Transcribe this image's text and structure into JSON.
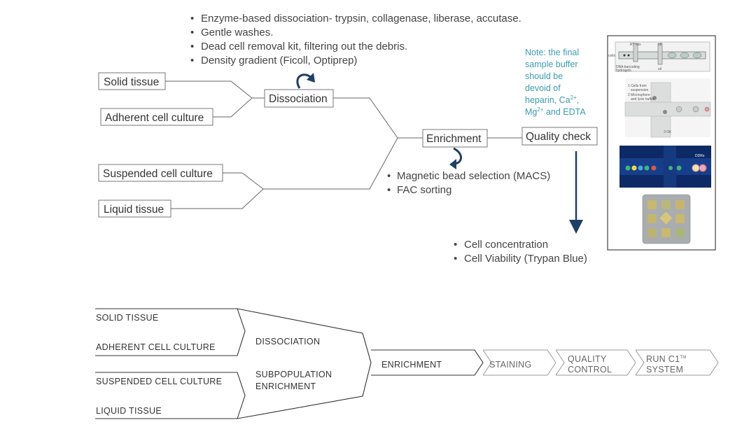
{
  "top": {
    "inputs": [
      "Solid tissue",
      "Adherent cell culture",
      "Suspended cell culture",
      "Liquid tissue"
    ],
    "dissociation": "Dissociation",
    "enrichment": "Enrichment",
    "quality_check": "Quality check",
    "dissociation_bullets": [
      "Enzyme-based dissociation- trypsin, collagenase, liberase, accutase.",
      "Gentle washes.",
      "Dead cell removal kit, filtering out the debris.",
      "Density gradient (Ficoll, Optiprep)"
    ],
    "enrichment_bullets": [
      "Magnetic bead selection (MACS)",
      "FAC sorting"
    ],
    "qc_bullets": [
      "Cell concentration",
      "Cell Viability (Trypan Blue)"
    ],
    "note_lines": [
      "Note: the final",
      "sample buffer",
      "should be",
      "devoid of",
      "heparin, Ca",
      "Mg",
      " and EDTA"
    ],
    "note_sup_ca": "2+",
    "note_sup_mg": "2+",
    "note_comma": ","
  },
  "panel": {
    "chip_labels": [
      "RT mix",
      "oil",
      "cells",
      "oil",
      "DNA barcoding",
      "hydrogels"
    ],
    "cross_labels": [
      "1  Cells from",
      "suspension",
      "2  Microsphere",
      "and lysis buffer",
      "3  Oil"
    ],
    "droplet_label": "DDRs"
  },
  "bottom": {
    "inputs": [
      "SOLID TISSUE",
      "ADHERENT CELL CULTURE",
      "SUSPENDED CELL CULTURE",
      "LIQUID TISSUE"
    ],
    "dissociation": "DISSOCIATION",
    "subpop_line1": "SUBPOPULATION",
    "subpop_line2": "ENRICHMENT",
    "enrichment": "ENRICHMENT",
    "staining": "STAINING",
    "qc_line1": "QUALITY",
    "qc_line2": "CONTROL",
    "run_line1": "RUN C1",
    "run_sup": "TM",
    "run_line2": "SYSTEM"
  },
  "colors": {
    "arrow_navy": "#1e3f66",
    "note_teal": "#3c9bb2",
    "line": "#555555"
  }
}
